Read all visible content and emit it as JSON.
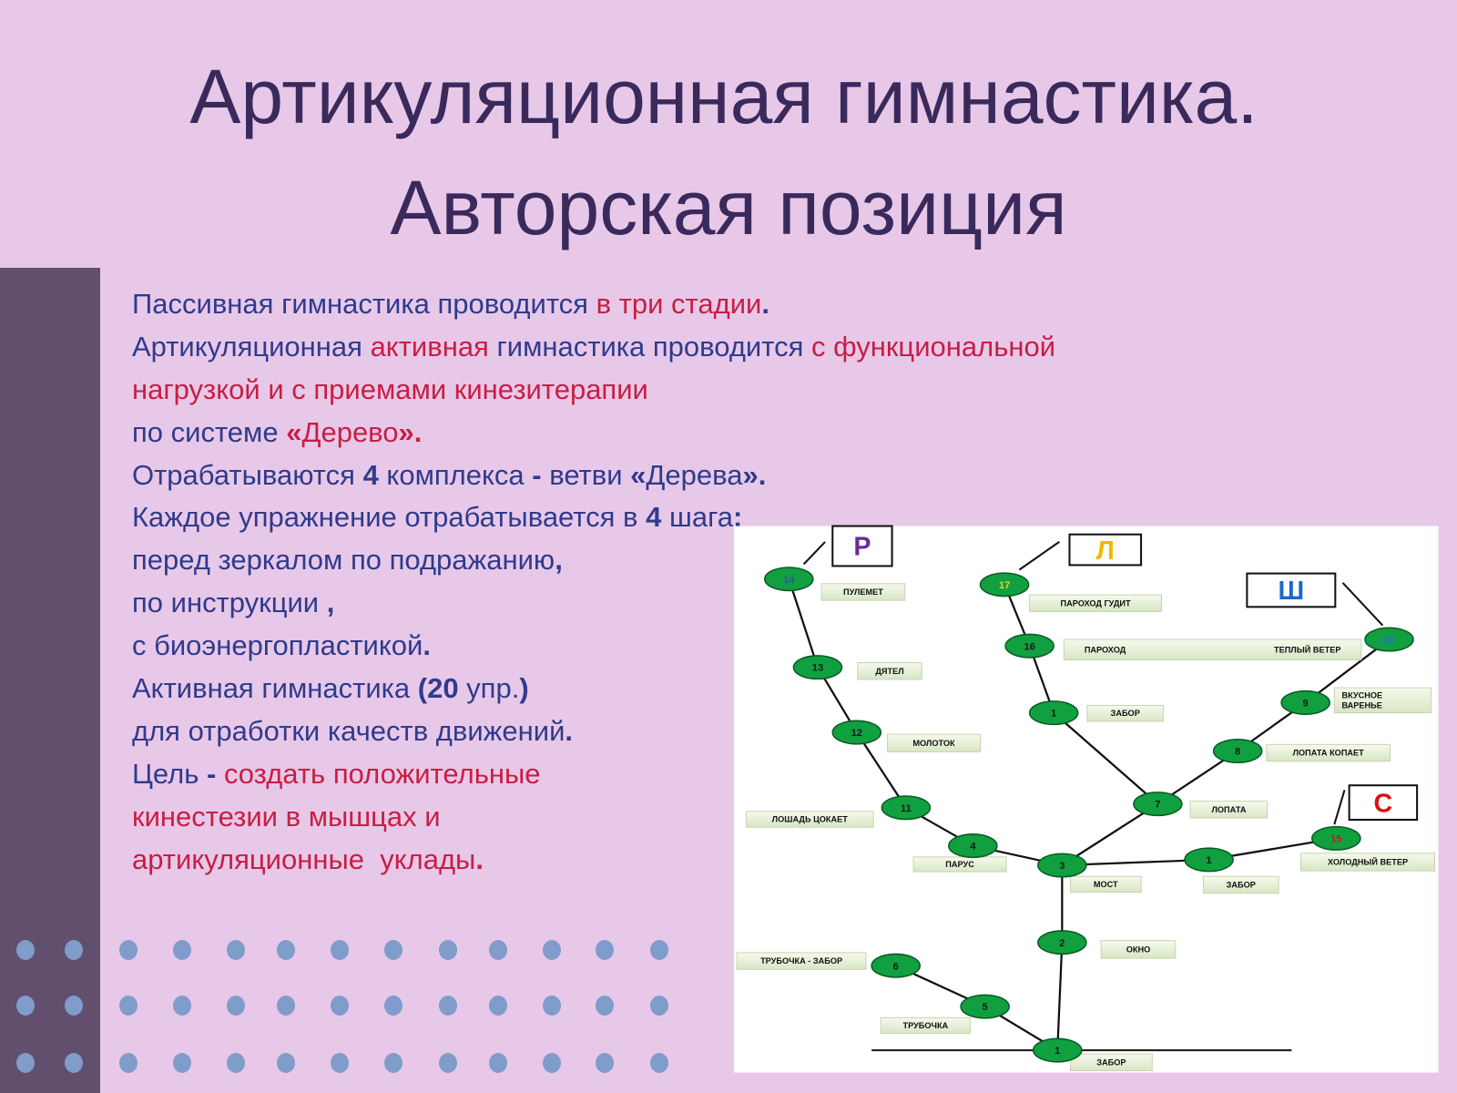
{
  "title": {
    "line1": "Артикуляционная гимнастика.",
    "line2": "Авторская позиция"
  },
  "colors": {
    "text": "#2f3b8c",
    "accent": "#c81e45",
    "title": "#3a2a5c",
    "sidebar": "#614f6d",
    "background": "#e8c8e8",
    "dots": "#7f9ccb",
    "node": "#10a040"
  },
  "body": [
    [
      {
        "t": "Пассивная гимнастика проводится "
      },
      {
        "t": "в три стадии",
        "red": true
      },
      {
        "t": ".",
        "b": true
      }
    ],
    [
      {
        "t": "Артикуляционная "
      },
      {
        "t": "активная",
        "red": true
      },
      {
        "t": " гимнастика проводится "
      },
      {
        "t": "с функциональной",
        "red": true
      }
    ],
    [
      {
        "t": "нагрузкой и с приемами кинезитерапии",
        "red": true
      }
    ],
    [
      {
        "t": "по системе "
      },
      {
        "t": "«",
        "red": true,
        "b": true
      },
      {
        "t": "Дерево",
        "red": true
      },
      {
        "t": "».",
        "red": true,
        "b": true
      }
    ],
    [
      {
        "t": "Отрабатываются "
      },
      {
        "t": "4",
        "b": true
      },
      {
        "t": " комплекса "
      },
      {
        "t": "-",
        "b": true
      },
      {
        "t": " ветви "
      },
      {
        "t": "«",
        "b": true
      },
      {
        "t": "Дерева"
      },
      {
        "t": "».",
        "b": true
      }
    ],
    [
      {
        "t": "Каждое упражнение отрабатывается в "
      },
      {
        "t": "4",
        "b": true
      },
      {
        "t": " шага"
      },
      {
        "t": ":",
        "b": true
      }
    ],
    [
      {
        "t": "перед зеркалом по подражанию"
      },
      {
        "t": ",",
        "b": true
      }
    ],
    [
      {
        "t": "по инструкции "
      },
      {
        "t": ",",
        "b": true
      }
    ],
    [
      {
        "t": "с биоэнергопластикой"
      },
      {
        "t": ".",
        "b": true
      }
    ],
    [
      {
        "t": "Активная гимнастика "
      },
      {
        "t": "(20",
        "b": true
      },
      {
        "t": " упр."
      },
      {
        "t": ")",
        "b": true
      }
    ],
    [
      {
        "t": "для отработки качеств движений"
      },
      {
        "t": ".",
        "b": true
      }
    ],
    [
      {
        "t": "Цель "
      },
      {
        "t": "-",
        "b": true
      },
      {
        "t": " создать положительные",
        "red": true
      }
    ],
    [
      {
        "t": "кинестезии в мышцах и",
        "red": true
      }
    ],
    [
      {
        "t": "артикуляционные  уклады",
        "red": true
      },
      {
        "t": ".",
        "red": true,
        "b": true
      }
    ]
  ],
  "diagram": {
    "letters": [
      {
        "text": "Р",
        "color": "#6a2a9a"
      },
      {
        "text": "Л",
        "color": "#f0b800"
      },
      {
        "text": "Ш",
        "color": "#1a6ac8"
      },
      {
        "text": "С",
        "color": "#e01010"
      }
    ],
    "nodes": [
      {
        "id": "n14",
        "text": "14",
        "color": "#2a5aa0"
      },
      {
        "id": "n13",
        "text": "13",
        "color": "#1a1a1a"
      },
      {
        "id": "n12",
        "text": "12",
        "color": "#1a1a1a"
      },
      {
        "id": "n11",
        "text": "11",
        "color": "#1a1a1a"
      },
      {
        "id": "n4",
        "text": "4",
        "color": "#1a1a1a"
      },
      {
        "id": "n3",
        "text": "3",
        "color": "#1a1a1a"
      },
      {
        "id": "n2",
        "text": "2",
        "color": "#1a1a1a"
      },
      {
        "id": "n6",
        "text": "6",
        "color": "#1a1a1a"
      },
      {
        "id": "n5",
        "text": "5",
        "color": "#1a1a1a"
      },
      {
        "id": "n1b",
        "text": "1",
        "color": "#1a1a1a"
      },
      {
        "id": "n17",
        "text": "17",
        "color": "#e8d020"
      },
      {
        "id": "n16",
        "text": "16",
        "color": "#1a1a1a"
      },
      {
        "id": "n1l",
        "text": "1",
        "color": "#1a1a1a"
      },
      {
        "id": "n7",
        "text": "7",
        "color": "#1a1a1a"
      },
      {
        "id": "n8",
        "text": "8",
        "color": "#1a1a1a"
      },
      {
        "id": "n9",
        "text": "9",
        "color": "#1a1a1a"
      },
      {
        "id": "n10",
        "text": "10",
        "color": "#2a6ad0"
      },
      {
        "id": "n1r",
        "text": "1",
        "color": "#1a1a1a"
      },
      {
        "id": "n15",
        "text": "15",
        "color": "#e01010"
      }
    ],
    "edges": [
      [
        "n14",
        "n13"
      ],
      [
        "n13",
        "n12"
      ],
      [
        "n12",
        "n11"
      ],
      [
        "n11",
        "n4"
      ],
      [
        "n4",
        "n3"
      ],
      [
        "n3",
        "n2"
      ],
      [
        "n2",
        "n1b"
      ],
      [
        "n6",
        "n5"
      ],
      [
        "n5",
        "n1b"
      ],
      [
        "n17",
        "n16"
      ],
      [
        "n16",
        "n1l"
      ],
      [
        "n1l",
        "n7"
      ],
      [
        "n7",
        "n3"
      ],
      [
        "n7",
        "n8"
      ],
      [
        "n8",
        "n9"
      ],
      [
        "n9",
        "n10"
      ],
      [
        "n3",
        "n1r"
      ],
      [
        "n1r",
        "n15"
      ]
    ],
    "labels": [
      {
        "text": "ПУЛЕМЕТ"
      },
      {
        "text": "ДЯТЕЛ"
      },
      {
        "text": "МОЛОТОК"
      },
      {
        "text": "ЛОШАДЬ ЦОКАЕТ"
      },
      {
        "text": "ПАРУС"
      },
      {
        "text": "МОСТ"
      },
      {
        "text": "ОКНО"
      },
      {
        "text": "ТРУБОЧКА - ЗАБОР"
      },
      {
        "text": "ТРУБОЧКА"
      },
      {
        "text": "ЗАБОР"
      },
      {
        "text": "ПАРОХОД ГУДИТ"
      },
      {
        "text": "ПАРОХОД",
        "text2": "ТЕПЛЫЙ ВЕТЕР"
      },
      {
        "text": "ЗАБОР"
      },
      {
        "text": "ВКУСНОЕ",
        "line2": "ВАРЕНЬЕ"
      },
      {
        "text": "ЛОПАТА КОПАЕТ"
      },
      {
        "text": "ЛОПАТА"
      },
      {
        "text": "ХОЛОДНЫЙ ВЕТЕР"
      },
      {
        "text": "ЗАБОР"
      }
    ]
  }
}
